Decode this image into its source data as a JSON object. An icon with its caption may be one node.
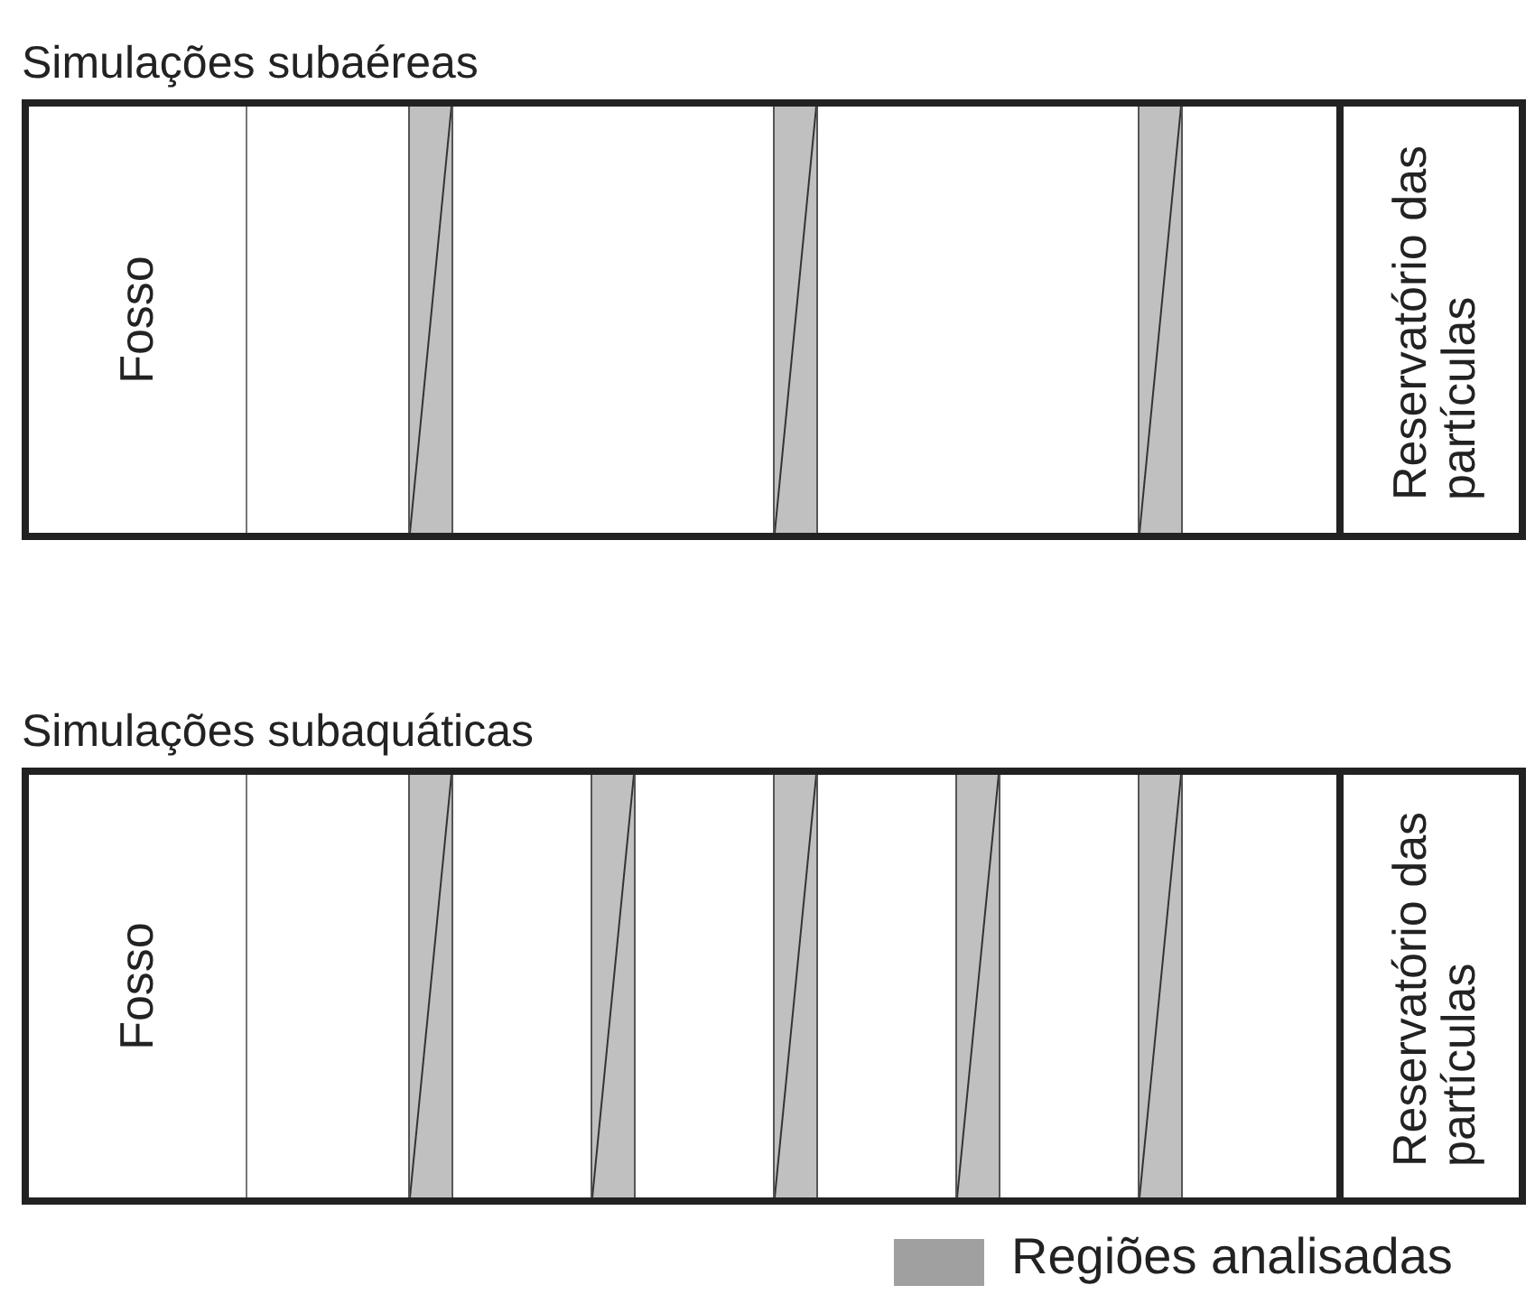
{
  "diagram": {
    "nodes": [
      {
        "text": [
          "Simulações subaéreas"
        ]
      },
      {
        "text": [
          "Fosso"
        ],
        "in": 0
      },
      {
        "text": [],
        "shape": "bar",
        "in": 0
      },
      {
        "text": [],
        "shape": "bar",
        "in": 0
      },
      {
        "text": [],
        "shape": "bar",
        "in": 0
      },
      {
        "text": [
          "Reservatório das partículas"
        ],
        "in": 0
      },
      {
        "text": [
          "Simulações subaquáticas"
        ]
      },
      {
        "text": [
          "Fosso"
        ],
        "in": 6
      },
      {
        "text": [],
        "shape": "bar",
        "in": 6
      },
      {
        "text": [],
        "shape": "bar",
        "in": 6
      },
      {
        "text": [],
        "shape": "bar",
        "in": 6
      },
      {
        "text": [],
        "shape": "bar",
        "in": 6
      },
      {
        "text": [],
        "shape": "bar",
        "in": 6
      },
      {
        "text": [
          "Reservatório das partículas"
        ],
        "in": 6
      }
    ],
    "legend": [
      {
        "text": "Regiões analisadas",
        "color": "#a0a0a0"
      }
    ]
  }
}
